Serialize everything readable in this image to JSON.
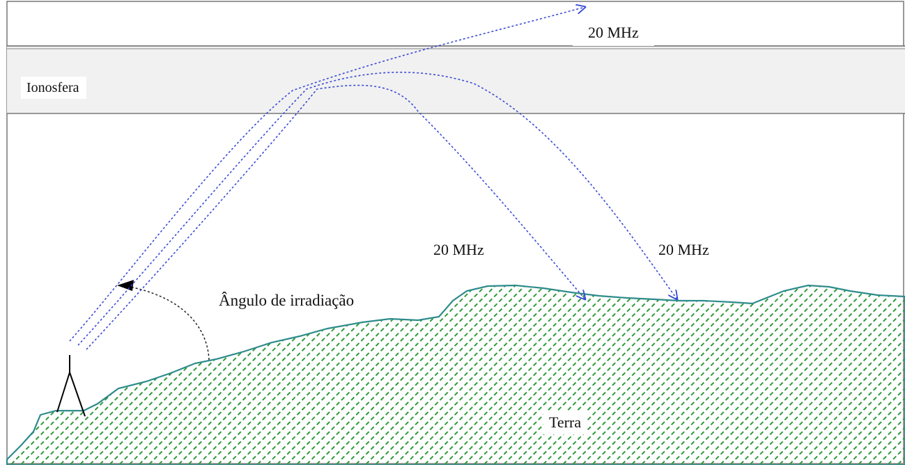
{
  "labels": {
    "ionosphere": "Ionosfera",
    "freq_top": "20 MHz",
    "freq_left": "20 MHz",
    "freq_right": "20 MHz",
    "angle": "Ângulo de irradiação",
    "earth": "Terra"
  },
  "colors": {
    "ray": "#3a4bd6",
    "ground_outline": "#2e8b8b",
    "ground_hatch": "#2e9a3a",
    "ionosphere_fill": "#f1f1f1",
    "frame": "#555555"
  }
}
